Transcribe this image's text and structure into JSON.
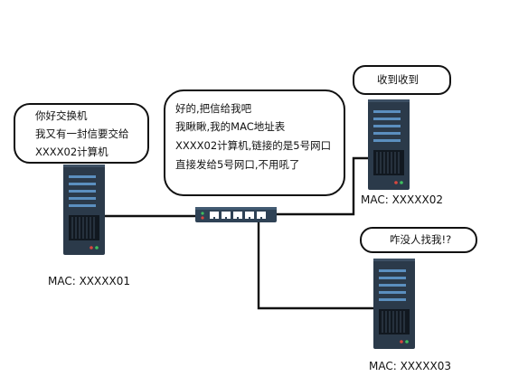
{
  "colors": {
    "server_body": "#2b3a4a",
    "server_bar": "#5b8fbf",
    "server_grill": "#111820",
    "switch_body": "#2f4255",
    "switch_led_green": "#3fbf5f",
    "switch_led_red": "#d9473f",
    "wire": "#111111"
  },
  "bubbles": {
    "host1": [
      "你好交换机",
      "我又有一封信要交给",
      "XXXX02计算机"
    ],
    "switch": [
      "好的,把信给我吧",
      "我瞅瞅,我的MAC地址表",
      "XXXX02计算机,链接的是5号网口",
      "直接发给5号网口,不用吼了"
    ],
    "host2": [
      "收到收到"
    ],
    "host3": [
      "咋没人找我!?"
    ]
  },
  "labels": {
    "host1_mac": "MAC: XXXXX01",
    "host2_mac": "MAC: XXXXX02",
    "host3_mac": "MAC: XXXXX03"
  },
  "icons": {
    "server": "server-icon",
    "switch": "network-switch-icon"
  }
}
